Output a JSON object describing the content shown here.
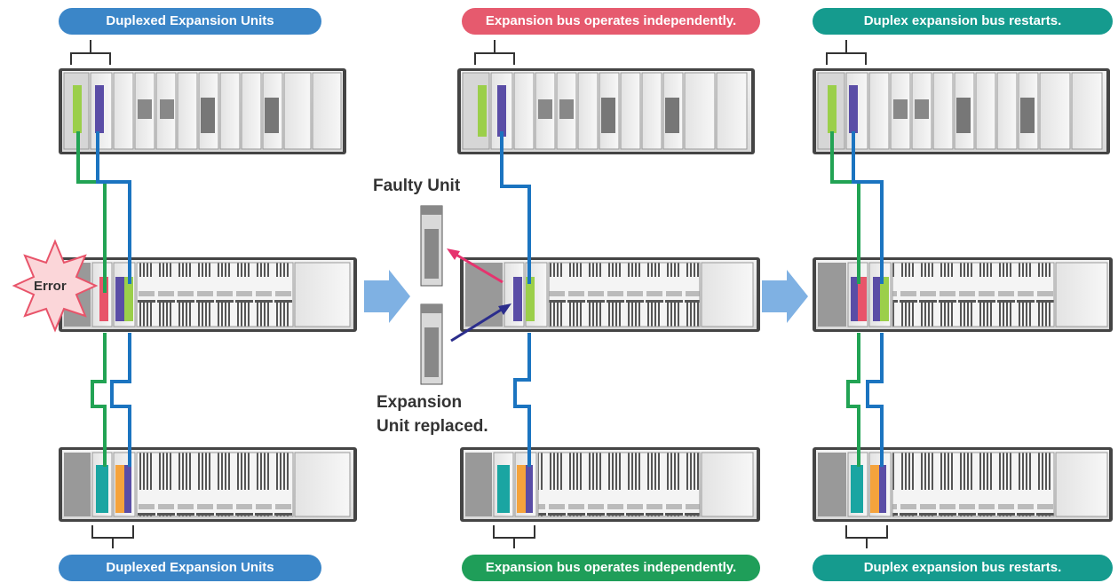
{
  "columns": [
    {
      "top_banner": "Duplexed Expansion Units",
      "bottom_banner": "Duplexed Expansion Units",
      "banner_color": "#3b86c8"
    },
    {
      "top_banner": "Expansion bus operates independently.",
      "top_banner_color": "#e65a6e",
      "bottom_banner": "Expansion bus operates independently.",
      "bottom_banner_color": "#1f9e59"
    },
    {
      "top_banner": "Duplex expansion bus restarts.",
      "bottom_banner": "Duplex expansion bus restarts.",
      "banner_color": "#159b8e"
    }
  ],
  "error_label": "Error",
  "faulty_unit_label": "Faulty Unit",
  "replaced_label_line1": "Expansion",
  "replaced_label_line2": "Unit replaced.",
  "colors": {
    "blue_cable": "#1b74c0",
    "green_cable": "#22a354",
    "arrow": "#7fb1e3",
    "unit_green": "#9bcf4a",
    "unit_purple": "#5a4da6",
    "unit_red": "#e8546a",
    "unit_teal": "#1aa5a2",
    "unit_orange": "#f5a33c",
    "error_star": "#fbd6d9",
    "error_border": "#e8546a"
  }
}
